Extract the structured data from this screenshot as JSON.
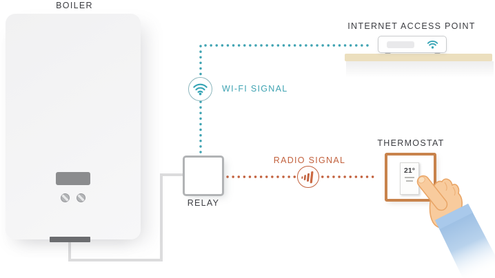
{
  "labels": {
    "boiler": "BOILER",
    "internet_access_point": "INTERNET ACCESS POINT",
    "wifi_signal": "WI-FI SIGNAL",
    "radio_signal": "RADIO SIGNAL",
    "relay": "RELAY",
    "thermostat": "THERMOSTAT"
  },
  "thermostat": {
    "temperature": "21°"
  },
  "colors": {
    "wifi_teal": "#3fa3b2",
    "radio_orange": "#c2613d",
    "thermostat_border": "#c8834c",
    "label_text": "#3c3d42",
    "shelf_beige": "#ecdfbe",
    "wire_gray": "#dcdcdd",
    "hand_skin": "#f8cb9d",
    "sleeve_blue": "#8fb6e0"
  },
  "icons": {
    "wifi_circle": "wifi-arcs-icon",
    "radio_circle": "radio-signal-bars-icon",
    "router": "small-wifi-icon"
  }
}
